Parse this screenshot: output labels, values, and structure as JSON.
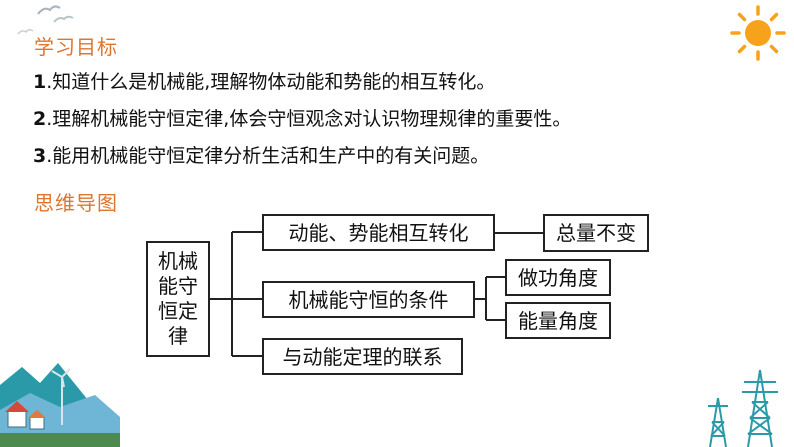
{
  "objectives": {
    "heading": "学习目标",
    "items": [
      {
        "num": "1",
        "text": ".知道什么是机械能,理解物体动能和势能的相互转化。"
      },
      {
        "num": "2",
        "text": ".理解机械能守恒定律,体会守恒观念对认识物理规律的重要性。"
      },
      {
        "num": "3",
        "text": ".能用机械能守恒定律分析生活和生产中的有关问题。"
      }
    ]
  },
  "mindmap": {
    "heading": "思维导图",
    "root": [
      "机械",
      "能守",
      "恒定",
      "律"
    ],
    "branch1": "动能、势能相互转化",
    "branch1_leaf": "总量不变",
    "branch2": "机械能守恒的条件",
    "branch2_leaf1": "做功角度",
    "branch2_leaf2": "能量角度",
    "branch3": "与动能定理的联系"
  },
  "colors": {
    "heading": "#e0752e",
    "sun": "#f7a21b",
    "deco_teal": "#2a9aa8",
    "deco_blue": "#6fb6d6"
  }
}
